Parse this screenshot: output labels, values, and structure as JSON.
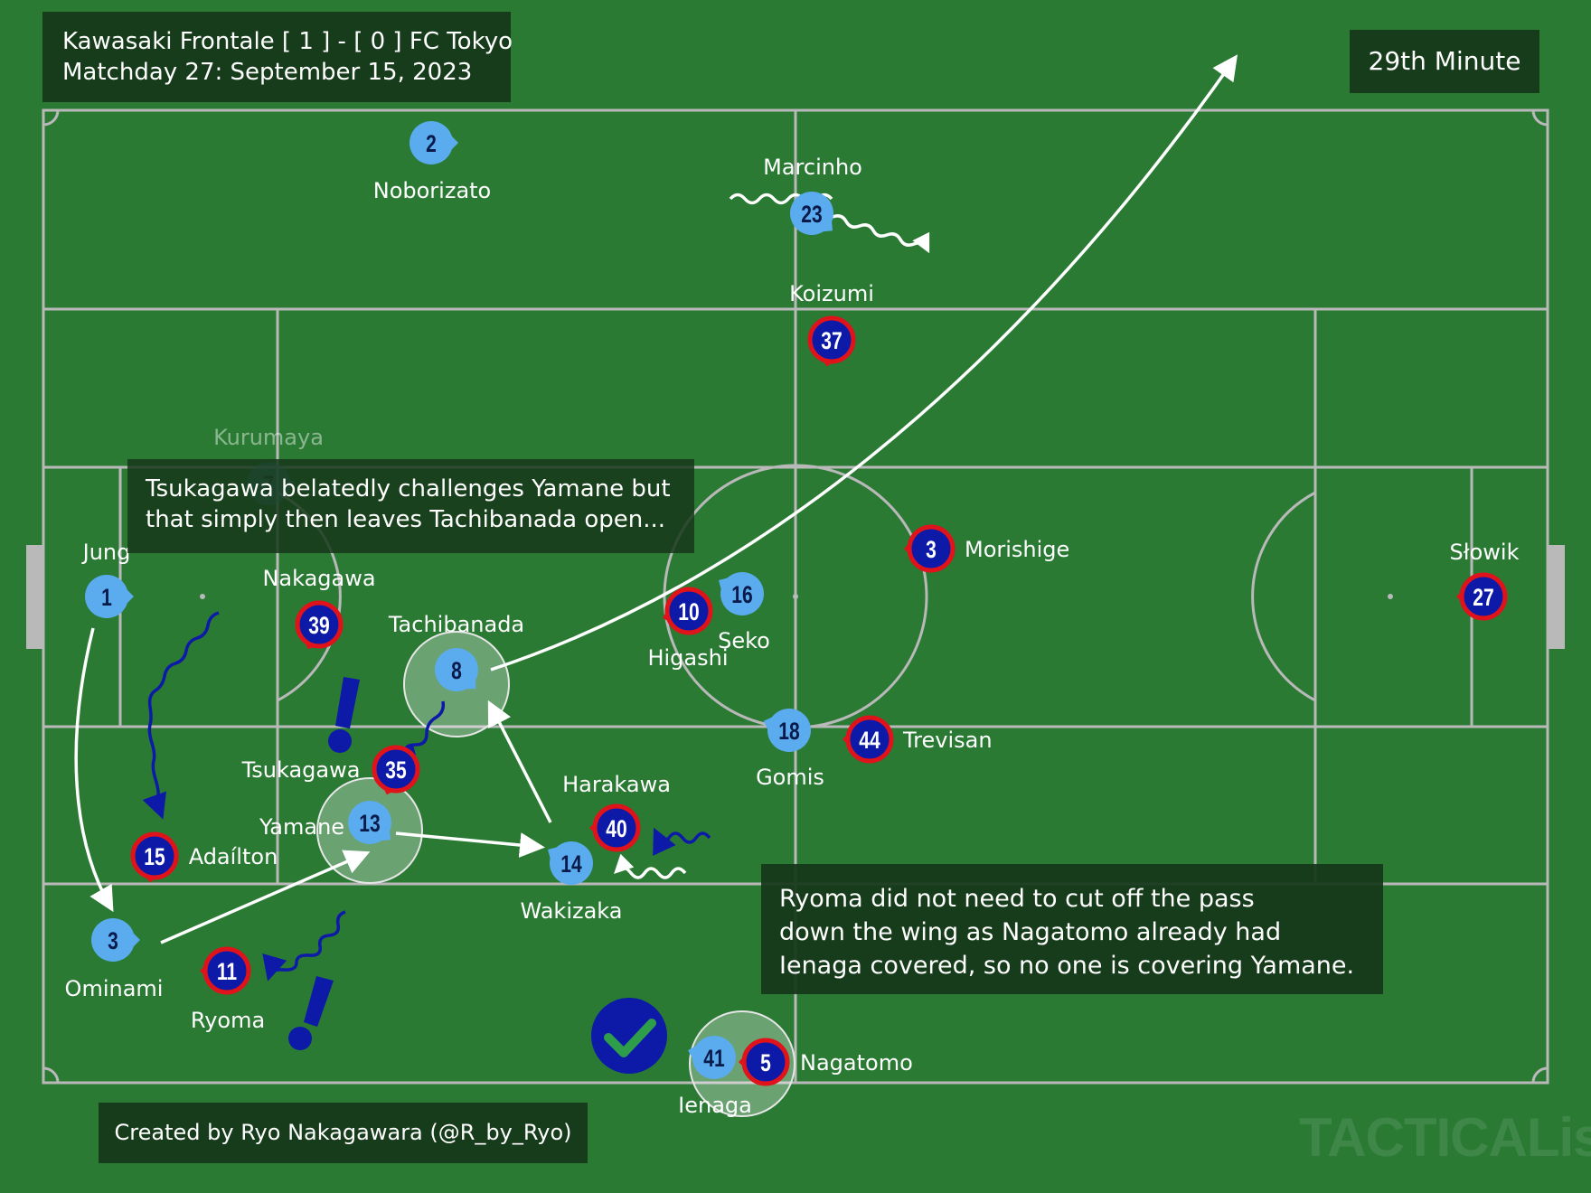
{
  "header": {
    "match_line": "Kawasaki Frontale [ 1 ] - [ 0 ] FC Tokyo",
    "date_line": "Matchday 27: September 15, 2023"
  },
  "minute": "29th Minute",
  "annotations": {
    "note1_line1": "Tsukagawa belatedly challenges Yamane but",
    "note1_line2": "that simply then leaves Tachibanada open...",
    "note2_line1": "Ryoma did not need to cut off the pass",
    "note2_line2": "down the wing as Nagatomo already had",
    "note2_line3": "Ienaga covered, so no one is covering Yamane."
  },
  "credit": "Created by Ryo Nakagawara (@R_by_Ryo)",
  "brand": "TACTICALista",
  "colors": {
    "pitch": "#2a7a34",
    "pitch_lines": "#b9b9b9",
    "kawasaki": "#5aacef",
    "tokyo_fill": "#0d1aa8",
    "tokyo_ring": "#e0131b",
    "run_arrow": "#0d1aa8",
    "pass_arrow": "#ffffff",
    "check_mark": "#0d1aa8"
  },
  "kawasaki_players": [
    {
      "number": "1",
      "name": "Jung"
    },
    {
      "number": "2",
      "name": "Noborizato"
    },
    {
      "number": "23",
      "name": "Marcinho"
    },
    {
      "number": "7",
      "name": "Kurumaya"
    },
    {
      "number": "8",
      "name": "Tachibanada"
    },
    {
      "number": "13",
      "name": "Yamane"
    },
    {
      "number": "14",
      "name": "Wakizaka"
    },
    {
      "number": "16",
      "name": "Seko"
    },
    {
      "number": "18",
      "name": "Gomis"
    },
    {
      "number": "3",
      "name": "Ominami"
    },
    {
      "number": "41",
      "name": "Ienaga"
    }
  ],
  "tokyo_players": [
    {
      "number": "37",
      "name": "Koizumi"
    },
    {
      "number": "39",
      "name": "Nakagawa"
    },
    {
      "number": "35",
      "name": "Tsukagawa"
    },
    {
      "number": "15",
      "name": "Adaílton"
    },
    {
      "number": "11",
      "name": "Ryoma"
    },
    {
      "number": "40",
      "name": "Harakawa"
    },
    {
      "number": "10",
      "name": "Higashi"
    },
    {
      "number": "3",
      "name": "Morishige"
    },
    {
      "number": "44",
      "name": "Trevisan"
    },
    {
      "number": "27",
      "name": "Słowik"
    },
    {
      "number": "5",
      "name": "Nagatomo"
    }
  ]
}
